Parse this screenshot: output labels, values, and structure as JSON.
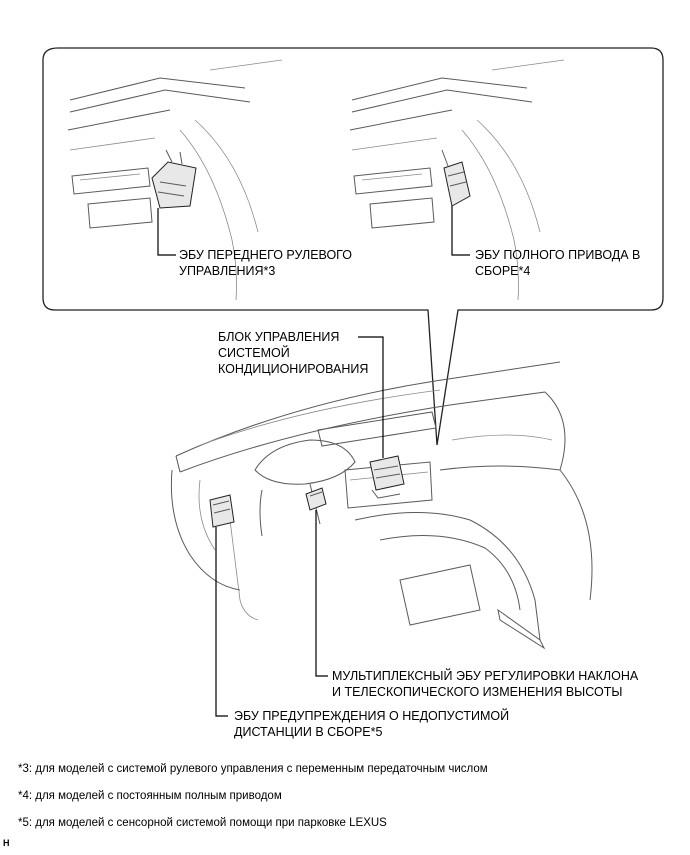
{
  "labels": {
    "front_steering_ecu": "ЭБУ ПЕРЕДНЕГО РУЛЕВОГО\nУПРАВЛЕНИЯ*3",
    "awd_ecu": "ЭБУ ПОЛНОГО ПРИВОДА В\nСБОРЕ*4",
    "ac_control_unit": "БЛОК УПРАВЛЕНИЯ\nСИСТЕМОЙ\nКОНДИЦИОНИРОВАНИЯ",
    "tilt_telescopic_ecu": "МУЛЬТИПЛЕКСНЫЙ ЭБУ РЕГУЛИРОВКИ НАКЛОНА\nИ ТЕЛЕСКОПИЧЕСКОГО ИЗМЕНЕНИЯ ВЫСОТЫ",
    "distance_warning_ecu": "ЭБУ ПРЕДУПРЕЖДЕНИЯ О НЕДОПУСТИМОЙ\nДИСТАНЦИИ В СБОРЕ*5"
  },
  "footnotes": [
    "*3: для моделей с системой рулевого управления с переменным передаточным числом",
    "*4: для моделей с постоянным полным приводом",
    "*5: для моделей с сенсорной системой помощи при парковке LEXUS"
  ],
  "figure_code": "H"
}
